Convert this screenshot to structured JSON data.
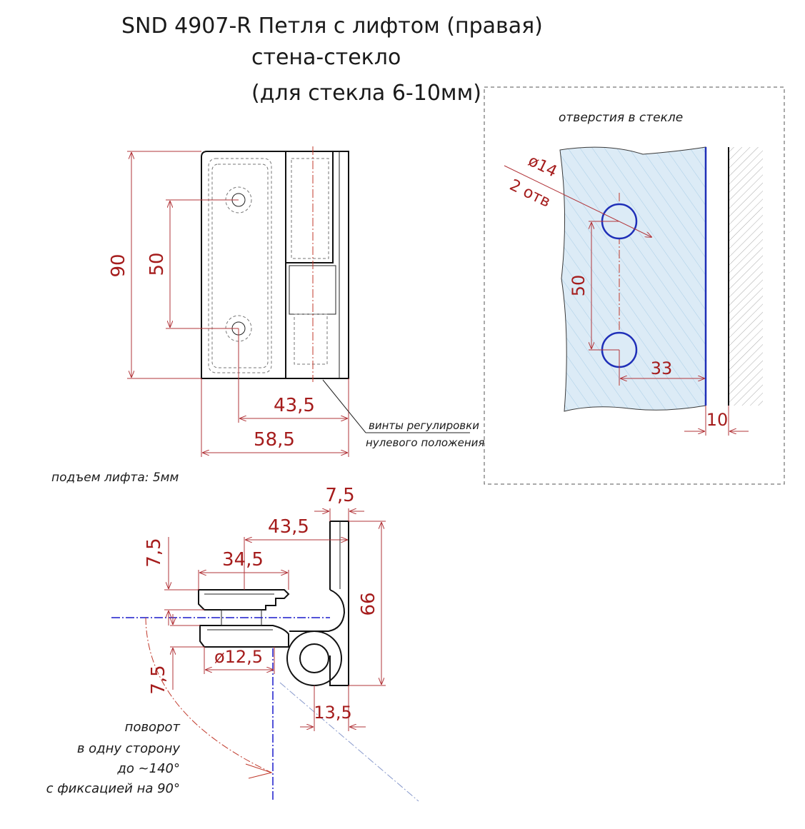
{
  "title": {
    "line1": "SND 4907-R Петля с лифтом (правая)",
    "line2": "стена-стекло",
    "line3": "(для стекла 6-10мм)"
  },
  "front_view": {
    "dim_height": "90",
    "dim_holes": "50",
    "dim_hole_offset": "43,5",
    "dim_width": "58,5",
    "callout_line1": "винты регулировки",
    "callout_line2": "нулевого положения"
  },
  "glass_view": {
    "label": "отверстия в стекле",
    "hole_diameter": "ø14",
    "hole_count": "2 отв",
    "dim_holes": "50",
    "dim_edge": "33",
    "dim_gap": "10",
    "colors": {
      "glass": "#d9eaf5",
      "hole": "#1f2fb8",
      "edge": "#1f2fb8"
    }
  },
  "lift_note": "подъем лифта: 5мм",
  "top_view": {
    "dim_plate": "7,5",
    "dim_offset": "43,5",
    "dim_clamp": "34,5",
    "dim_upper": "7,5",
    "dim_lower": "7,5",
    "dim_height": "66",
    "dim_pin": "ø12,5",
    "dim_bottom": "13,5"
  },
  "rotation_note": {
    "line1": "поворот",
    "line2": "в одну сторону",
    "line3": "до ~140°",
    "line4": "с фиксацией на 90°"
  }
}
